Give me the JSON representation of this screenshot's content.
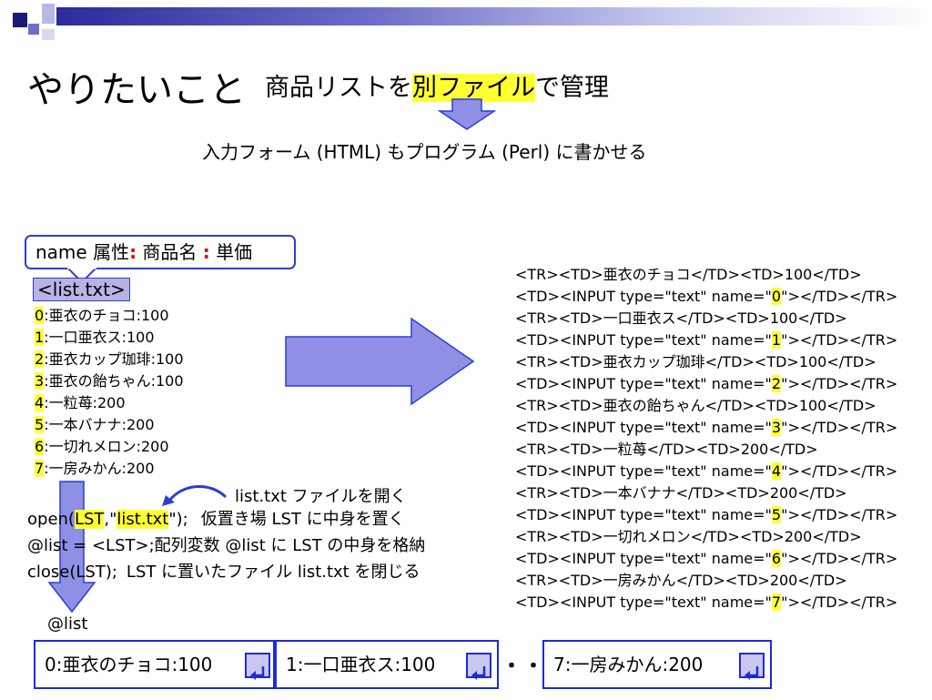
{
  "title": {
    "main": "やりたいこと",
    "sub_before": "商品リストを",
    "sub_highlight": "別ファイル",
    "sub_after": "で管理"
  },
  "subtitle": "入力フォーム (HTML) もプログラム (Perl) に書かせる",
  "callout": {
    "prefix": "name 属性",
    "sep1": ":",
    "mid": " 商品名 ",
    "sep2": ":",
    "suffix": " 単価"
  },
  "file_label": "<list.txt>",
  "list_items": [
    {
      "num": "0",
      "text": ":亜衣のチョコ:100"
    },
    {
      "num": "1",
      "text": ":一口亜衣ス:100"
    },
    {
      "num": "2",
      "text": ":亜衣カップ珈琲:100"
    },
    {
      "num": "3",
      "text": ":亜衣の飴ちゃん:100"
    },
    {
      "num": "4",
      "text": ":一粒苺:200"
    },
    {
      "num": "5",
      "text": ":一本バナナ:200"
    },
    {
      "num": "6",
      "text": ":一切れメロン:200"
    },
    {
      "num": "7",
      "text": ":一房みかん:200"
    }
  ],
  "code_lines": [
    {
      "pre": "<TR><TD>亜衣のチョコ</TD><TD>100</TD>",
      "num": "",
      "post": ""
    },
    {
      "pre": "<TD><INPUT type=\"text\" name=\"",
      "num": "0",
      "post": "\"></TD></TR>"
    },
    {
      "pre": "<TR><TD>一口亜衣ス</TD><TD>100</TD>",
      "num": "",
      "post": ""
    },
    {
      "pre": "<TD><INPUT type=\"text\" name=\"",
      "num": "1",
      "post": "\"></TD></TR>"
    },
    {
      "pre": "<TR><TD>亜衣カップ珈琲</TD><TD>100</TD>",
      "num": "",
      "post": ""
    },
    {
      "pre": "<TD><INPUT type=\"text\" name=\"",
      "num": "2",
      "post": "\"></TD></TR>"
    },
    {
      "pre": "<TR><TD>亜衣の飴ちゃん</TD><TD>100</TD>",
      "num": "",
      "post": ""
    },
    {
      "pre": "<TD><INPUT type=\"text\" name=\"",
      "num": "3",
      "post": "\"></TD></TR>"
    },
    {
      "pre": "<TR><TD>一粒苺</TD><TD>200</TD>",
      "num": "",
      "post": ""
    },
    {
      "pre": "<TD><INPUT type=\"text\" name=\"",
      "num": "4",
      "post": "\"></TD></TR>"
    },
    {
      "pre": "<TR><TD>一本バナナ</TD><TD>200</TD>",
      "num": "",
      "post": ""
    },
    {
      "pre": "<TD><INPUT type=\"text\" name=\"",
      "num": "5",
      "post": "\"></TD></TR>"
    },
    {
      "pre": "<TR><TD>一切れメロン</TD><TD>200</TD>",
      "num": "",
      "post": ""
    },
    {
      "pre": "<TD><INPUT type=\"text\" name=\"",
      "num": "6",
      "post": "\"></TD></TR>"
    },
    {
      "pre": "<TR><TD>一房みかん</TD><TD>200</TD>",
      "num": "",
      "post": ""
    },
    {
      "pre": "<TD><INPUT type=\"text\" name=\"",
      "num": "7",
      "post": "\"></TD></TR>"
    }
  ],
  "perl": {
    "open_pre": "open(",
    "open_lst": "LST",
    "open_mid": ",\"",
    "open_file": "list.txt",
    "open_post": "\");",
    "open_note": "仮置き場 LST に中身を置く",
    "list_line": "@list = <LST>;",
    "list_note": "配列変数 @list に LST の中身を格納",
    "close_line": "close(LST);",
    "close_note": "LST に置いたファイル list.txt を閉じる",
    "file_note": "list.txt ファイルを開く"
  },
  "array_label": "@list",
  "array_cells": [
    "0:亜衣のチョコ:100",
    "1:一口亜衣ス:100",
    "7:一房みかん:200"
  ],
  "ellipsis": "・・・",
  "colors": {
    "highlight": "#ffff33",
    "accent_blue": "#1c2bd8",
    "arrow_fill": "#8f8fe6",
    "callout_red": "#e00000"
  },
  "icons": [
    "return-icon",
    "right-arrow-icon",
    "down-arrow-icon",
    "curved-arrow-icon"
  ]
}
